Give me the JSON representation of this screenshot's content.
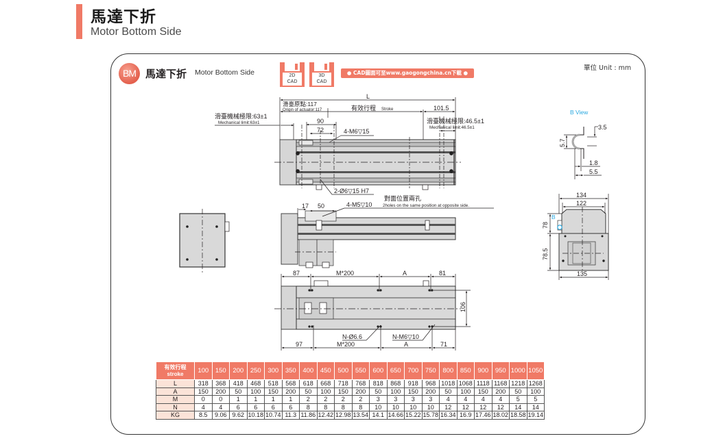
{
  "header": {
    "title": "馬達下折",
    "subtitle": "Motor Bottom Side"
  },
  "card": {
    "badge": "BM",
    "title": "馬達下折",
    "subtitle": "Motor Bottom Side",
    "cad_2d": {
      "line1": "2D",
      "line2": "CAD"
    },
    "cad_3d": {
      "line1": "3D",
      "line2": "CAD"
    },
    "cad_banner": "● CAD圖面可至www.gaogongchina.cn下載 ●",
    "unit": "單位 Unit : mm"
  },
  "drawing": {
    "top_view": {
      "L": "L",
      "origin_cn": "滑臺原點:117",
      "origin_en": "Origin of actuator:117",
      "stroke_cn": "有效行程",
      "stroke_en": "Stroke",
      "dim_101_5": "101.5",
      "mech_left_cn": "滑臺機械極限:63±1",
      "mech_left_en": "Mechanical limit:63±1",
      "mech_right_cn": "滑臺機械極限:46.5±1",
      "mech_right_en": "Mechanical limit:46.5±1",
      "dim_90": "90",
      "dim_72": "72",
      "hole_m6": "4-M6▽15",
      "hole_pin": "2-Ø6▽15 H7"
    },
    "side_view": {
      "opposite_cn": "對面位置兩孔",
      "opposite_en": "2holes on the same position at opposite side.",
      "dim_17": "17",
      "dim_50": "50",
      "hole_m5": "4-M5▽10"
    },
    "bottom_view": {
      "dim_87": "87",
      "dim_m200_top": "M*200",
      "dim_a_top": "A",
      "dim_81": "81",
      "dim_106": "106",
      "hole_66": "N-Ø6.6",
      "hole_m6": "N-M6▽10",
      "dim_97": "97",
      "dim_m200_bot": "M*200",
      "dim_a_bot": "A",
      "dim_71": "71"
    },
    "b_view": {
      "title": "B  View",
      "dim_3_5": "3.5",
      "dim_5_7": "5.7",
      "dim_1_8": "1.8",
      "dim_5_5": "5.5"
    },
    "end_view": {
      "label_b": "B",
      "dim_134": "134",
      "dim_122": "122",
      "dim_78": "78",
      "dim_78_5": "78.5",
      "dim_135": "135"
    }
  },
  "table": {
    "header_cn": "有效行程",
    "header_en": "stroke",
    "strokes": [
      "100",
      "150",
      "200",
      "250",
      "300",
      "350",
      "400",
      "450",
      "500",
      "550",
      "600",
      "650",
      "700",
      "750",
      "800",
      "850",
      "900",
      "950",
      "1000",
      "1050"
    ],
    "rows": [
      {
        "label": "L",
        "values": [
          "318",
          "368",
          "418",
          "468",
          "518",
          "568",
          "618",
          "668",
          "718",
          "768",
          "818",
          "868",
          "918",
          "968",
          "1018",
          "1068",
          "1118",
          "1168",
          "1218",
          "1268"
        ]
      },
      {
        "label": "A",
        "values": [
          "150",
          "200",
          "50",
          "100",
          "150",
          "200",
          "50",
          "100",
          "150",
          "200",
          "50",
          "100",
          "150",
          "200",
          "50",
          "100",
          "150",
          "200",
          "50",
          "100"
        ]
      },
      {
        "label": "M",
        "values": [
          "0",
          "0",
          "1",
          "1",
          "1",
          "1",
          "2",
          "2",
          "2",
          "2",
          "3",
          "3",
          "3",
          "3",
          "4",
          "4",
          "4",
          "4",
          "5",
          "5"
        ]
      },
      {
        "label": "N",
        "values": [
          "4",
          "4",
          "6",
          "6",
          "6",
          "6",
          "8",
          "8",
          "8",
          "8",
          "10",
          "10",
          "10",
          "10",
          "12",
          "12",
          "12",
          "12",
          "14",
          "14"
        ]
      },
      {
        "label": "KG",
        "values": [
          "8.5",
          "9.06",
          "9.62",
          "10.18",
          "10.74",
          "11.3",
          "11.86",
          "12.42",
          "12.98",
          "13.54",
          "14.1",
          "14.66",
          "15.22",
          "15.78",
          "16.34",
          "16.9",
          "17.46",
          "18.02",
          "18.58",
          "19.14"
        ]
      }
    ]
  },
  "colors": {
    "accent": "#f07a66",
    "row_header_bg": "#fbe3d8",
    "b_view_blue": "#29a8e0",
    "body_gray": "#d9d9d9"
  }
}
